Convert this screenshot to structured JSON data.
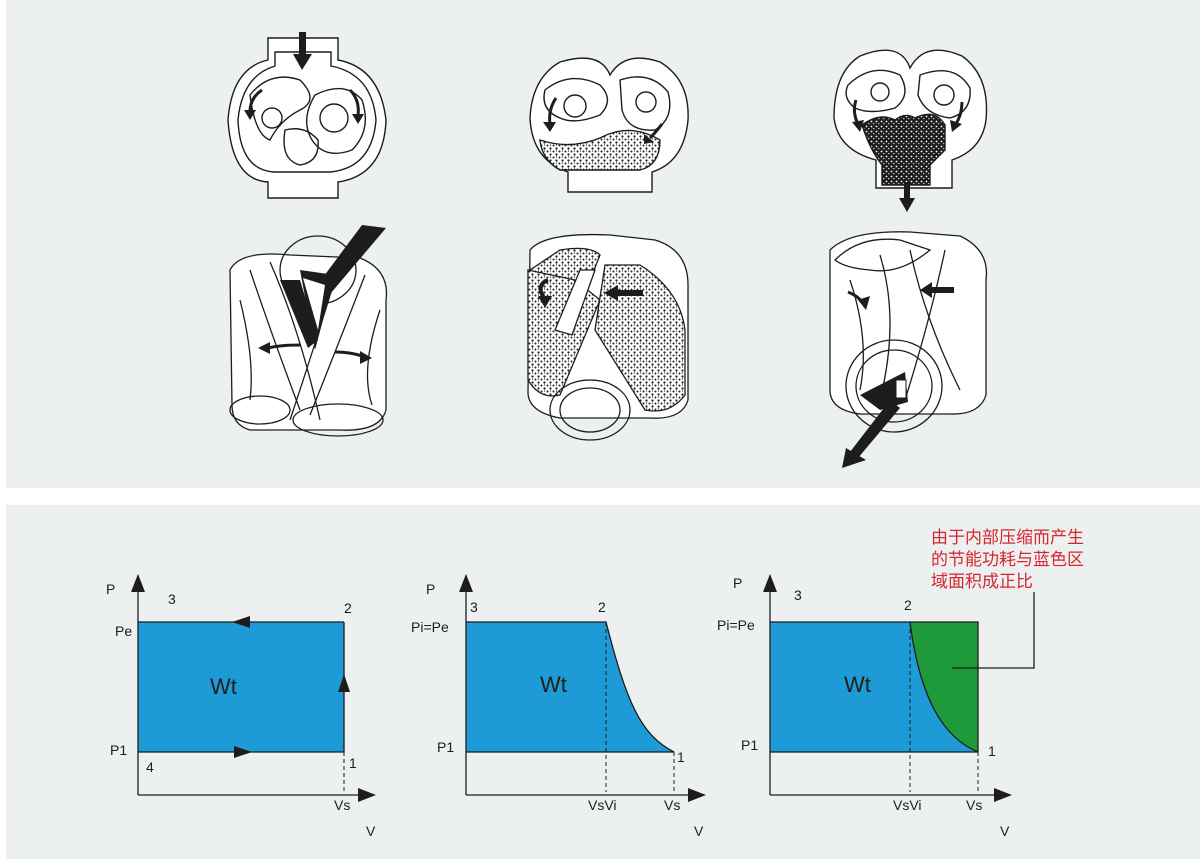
{
  "colors": {
    "panel_bg": "#edf0f1",
    "work_area_blue": "#1e9ad6",
    "energy_saving_green": "#1f9a3a",
    "annotation_red": "#d7262d",
    "line": "#1d1d1b"
  },
  "rotor_illustrations": [
    {
      "stage": "suction",
      "arrows": [
        "arrow-down-icon",
        "arrow-curve-left-icon",
        "arrow-curve-right-icon"
      ]
    },
    {
      "stage": "compression",
      "arrows": [
        "arrow-curve-down-icon",
        "arrow-left-icon"
      ]
    },
    {
      "stage": "discharge",
      "arrows": [
        "arrow-down-icon",
        "arrow-diagonal-out-icon"
      ]
    }
  ],
  "pv_diagrams": [
    {
      "y_axis": "P",
      "x_axis": "V",
      "pt3": "3",
      "pt2": "2",
      "pt1": "1",
      "pt4": "4",
      "p_high": "Pe",
      "p_low": "P1",
      "area": "Wt",
      "v_tick": "Vs"
    },
    {
      "y_axis": "P",
      "x_axis": "V",
      "pt3": "3",
      "pt2": "2",
      "pt1": "1",
      "p_high": "Pi=Pe",
      "p_low": "P1",
      "area": "Wt",
      "vi_tick": "VsVi",
      "v_tick": "Vs"
    },
    {
      "y_axis": "P",
      "x_axis": "V",
      "pt3": "3",
      "pt2": "2",
      "pt1": "1",
      "p_high": "Pi=Pe",
      "p_low": "P1",
      "area": "Wt",
      "vi_tick": "VsVi",
      "v_tick": "Vs"
    }
  ],
  "annotation": "由于内部压缩而产生\n的节能功耗与蓝色区\n域面积成正比"
}
